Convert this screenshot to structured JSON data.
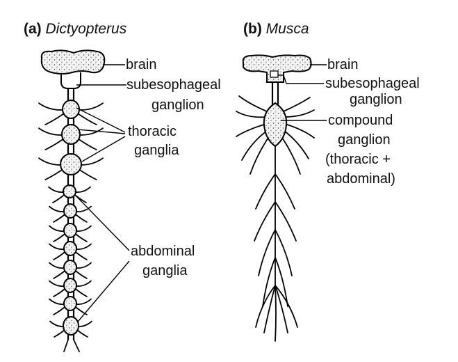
{
  "panels": {
    "a": {
      "tag": "(a)",
      "species": "Dictyopterus"
    },
    "b": {
      "tag": "(b)",
      "species": "Musca"
    }
  },
  "labels_a": {
    "brain": "brain",
    "subesophageal_1": "subesophageal",
    "subesophageal_2": "ganglion",
    "thoracic_1": "thoracic",
    "thoracic_2": "ganglia",
    "abdominal_1": "abdominal",
    "abdominal_2": "ganglia"
  },
  "labels_b": {
    "brain": "brain",
    "subesophageal_1": "subesophageal",
    "subesophageal_2": "ganglion",
    "compound_1": "compound",
    "compound_2": "ganglion",
    "compound_3": "(thoracic +",
    "compound_4": "abdominal)"
  },
  "icons": {
    "brain": "stippled-brain-icon",
    "ganglion": "stippled-ganglion-icon",
    "nerve": "nerve-branch-icon"
  }
}
